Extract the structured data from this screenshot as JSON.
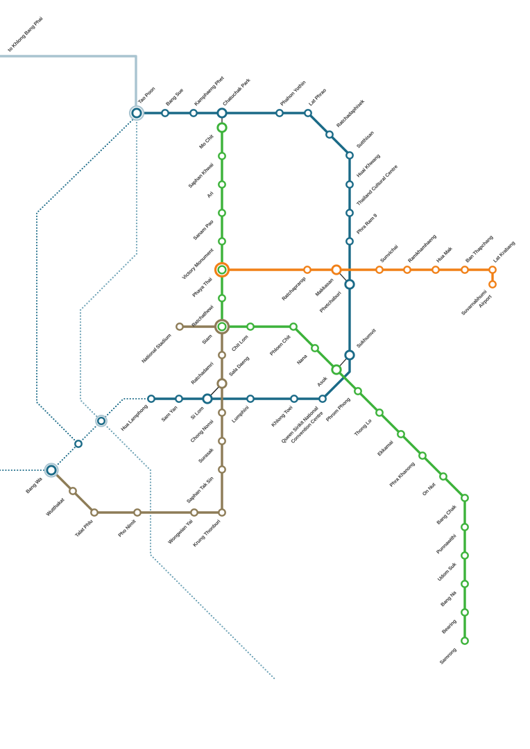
{
  "note": {
    "text": "to Khlong Bang Phai"
  },
  "colors": {
    "blue": "#1a6a87",
    "green": "#3cb23a",
    "brown": "#8d7c57",
    "orange": "#f18017",
    "purple": "#a9c4d0",
    "future_dotted": "#6fa3b6",
    "connector": "#1a1a1a",
    "label_text": "#3c3c3c"
  },
  "lines": {
    "purple": {
      "color": "#a9c4d0"
    },
    "blue": {
      "color": "#1a6a87",
      "stations": [
        "Tao Poon",
        "Bang Sue",
        "Kamphaeng Phet",
        "Chatuchak Park",
        "Phahon Yothin",
        "Lat Phrao",
        "Ratchadaphisek",
        "Sutthisan",
        "Huai Khwang",
        "Thailand Cultural Centre",
        "Phra Ram 9",
        "Phetchaburi",
        "Sukhumvit",
        "Queen Sirikit National Convention Centre",
        "Khlong Toei",
        "Lumphini",
        "Si Lom",
        "Sam Yan",
        "Hua Lamphong"
      ]
    },
    "sukhumvit": {
      "color": "#3cb23a",
      "stations": [
        "Mo Chit",
        "Saphan Khwai",
        "Ari",
        "Sanam Pao",
        "Victory Monument",
        "Phaya Thai",
        "Ratchathewi",
        "Siam",
        "Chit Lom",
        "Phloen Chit",
        "Nana",
        "Asok",
        "Phrom Phong",
        "Thong Lo",
        "Ekkamai",
        "Phra Khanong",
        "On Nut",
        "Bang Chak",
        "Punnawithi",
        "Udom Suk",
        "Bang Na",
        "Bearing",
        "Samrong"
      ]
    },
    "silom": {
      "color": "#8d7c57",
      "stations": [
        "National Stadium",
        "Ratchadamri",
        "Sala Daeng",
        "Chong Nonsi",
        "Surasak",
        "Saphan Tak Sin",
        "Krung Thonburi",
        "Wongwian Yai",
        "Pho Nimit",
        "Talat Phlu",
        "Wutthakat",
        "Bang Wa"
      ]
    },
    "airport": {
      "color": "#f18017",
      "stations": [
        "Ratchaprarop",
        "Makkasan",
        "Sunvichai",
        "Ramkhamhaeng",
        "Hua Mak",
        "Ban Thapchang",
        "Lat Krabang",
        "Suvarnabhumi Airport"
      ]
    }
  },
  "multiline": {
    "qsncc": [
      "Queen Sirikit National",
      "Convention Centre"
    ],
    "suvarnabhumi": [
      "Suvarnabhumi",
      "Airport"
    ]
  }
}
